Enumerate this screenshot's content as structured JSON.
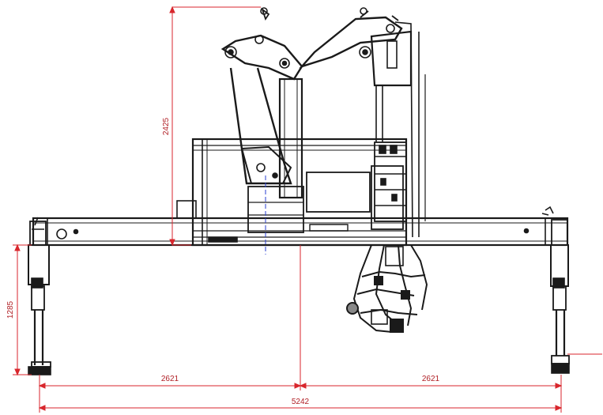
{
  "colors": {
    "linework": "#1a1a1a",
    "dimension": "#d8262c",
    "dimension_text": "#b01e24",
    "centerline": "#2a3fd0",
    "background": "#ffffff"
  },
  "dimensions": {
    "overall_height": "2425",
    "outrigger_height": "1285",
    "left_span": "2621",
    "right_span": "2621",
    "total_span": "5242"
  }
}
